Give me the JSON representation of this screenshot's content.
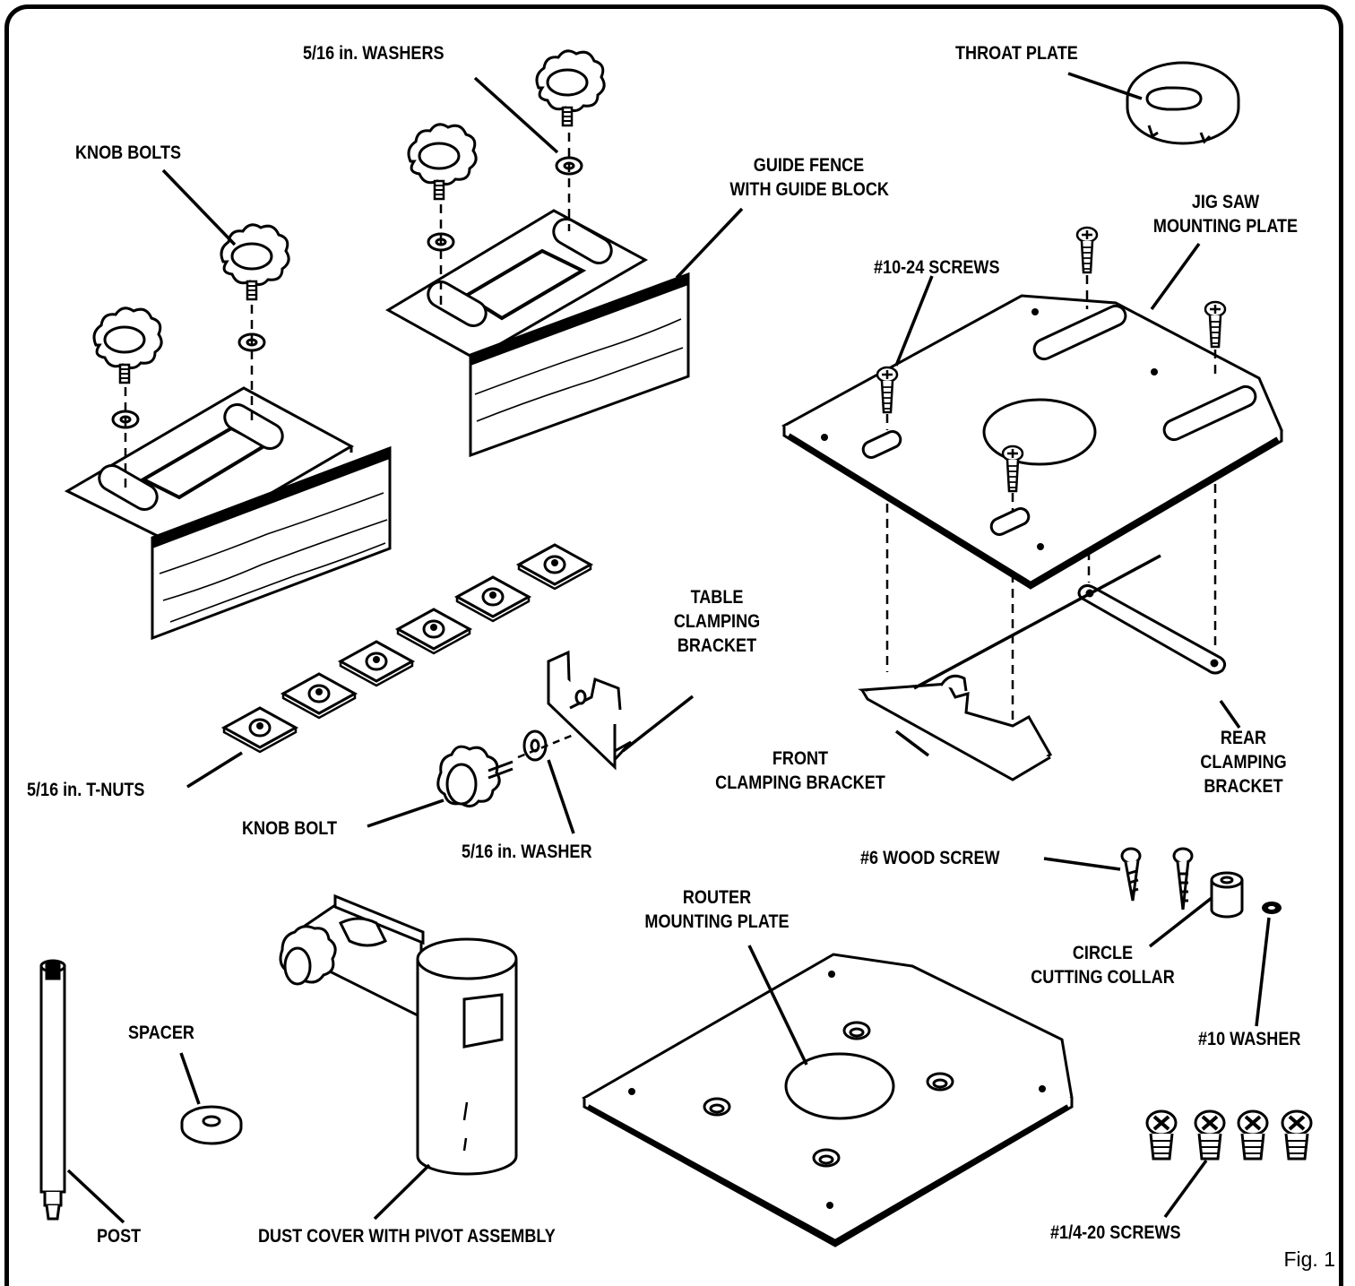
{
  "labels": {
    "washers_516": "5/16 in. WASHERS",
    "throat_plate": "THROAT PLATE",
    "knob_bolts": "KNOB BOLTS",
    "guide_fence_1": "GUIDE FENCE",
    "guide_fence_2": "WITH GUIDE BLOCK",
    "jig_saw_1": "JIG SAW",
    "jig_saw_2": "MOUNTING PLATE",
    "screws_1024": "#10-24 SCREWS",
    "table_clamp_1": "TABLE",
    "table_clamp_2": "CLAMPING",
    "table_clamp_3": "BRACKET",
    "front_clamp_1": "FRONT",
    "front_clamp_2": "CLAMPING BRACKET",
    "rear_clamp_1": "REAR",
    "rear_clamp_2": "CLAMPING",
    "rear_clamp_3": "BRACKET",
    "tnuts": "5/16 in. T-NUTS",
    "knob_bolt": "KNOB BOLT",
    "washer_516": "5/16 in. WASHER",
    "wood_screw": "#6 WOOD SCREW",
    "router_1": "ROUTER",
    "router_2": "MOUNTING PLATE",
    "circle_collar_1": "CIRCLE",
    "circle_collar_2": "CUTTING COLLAR",
    "washer_10": "#10 WASHER",
    "spacer": "SPACER",
    "post": "POST",
    "dust_cover": "DUST COVER WITH PIVOT ASSEMBLY",
    "screws_1420": "#1/4-20 SCREWS"
  },
  "figure": "Fig. 1"
}
